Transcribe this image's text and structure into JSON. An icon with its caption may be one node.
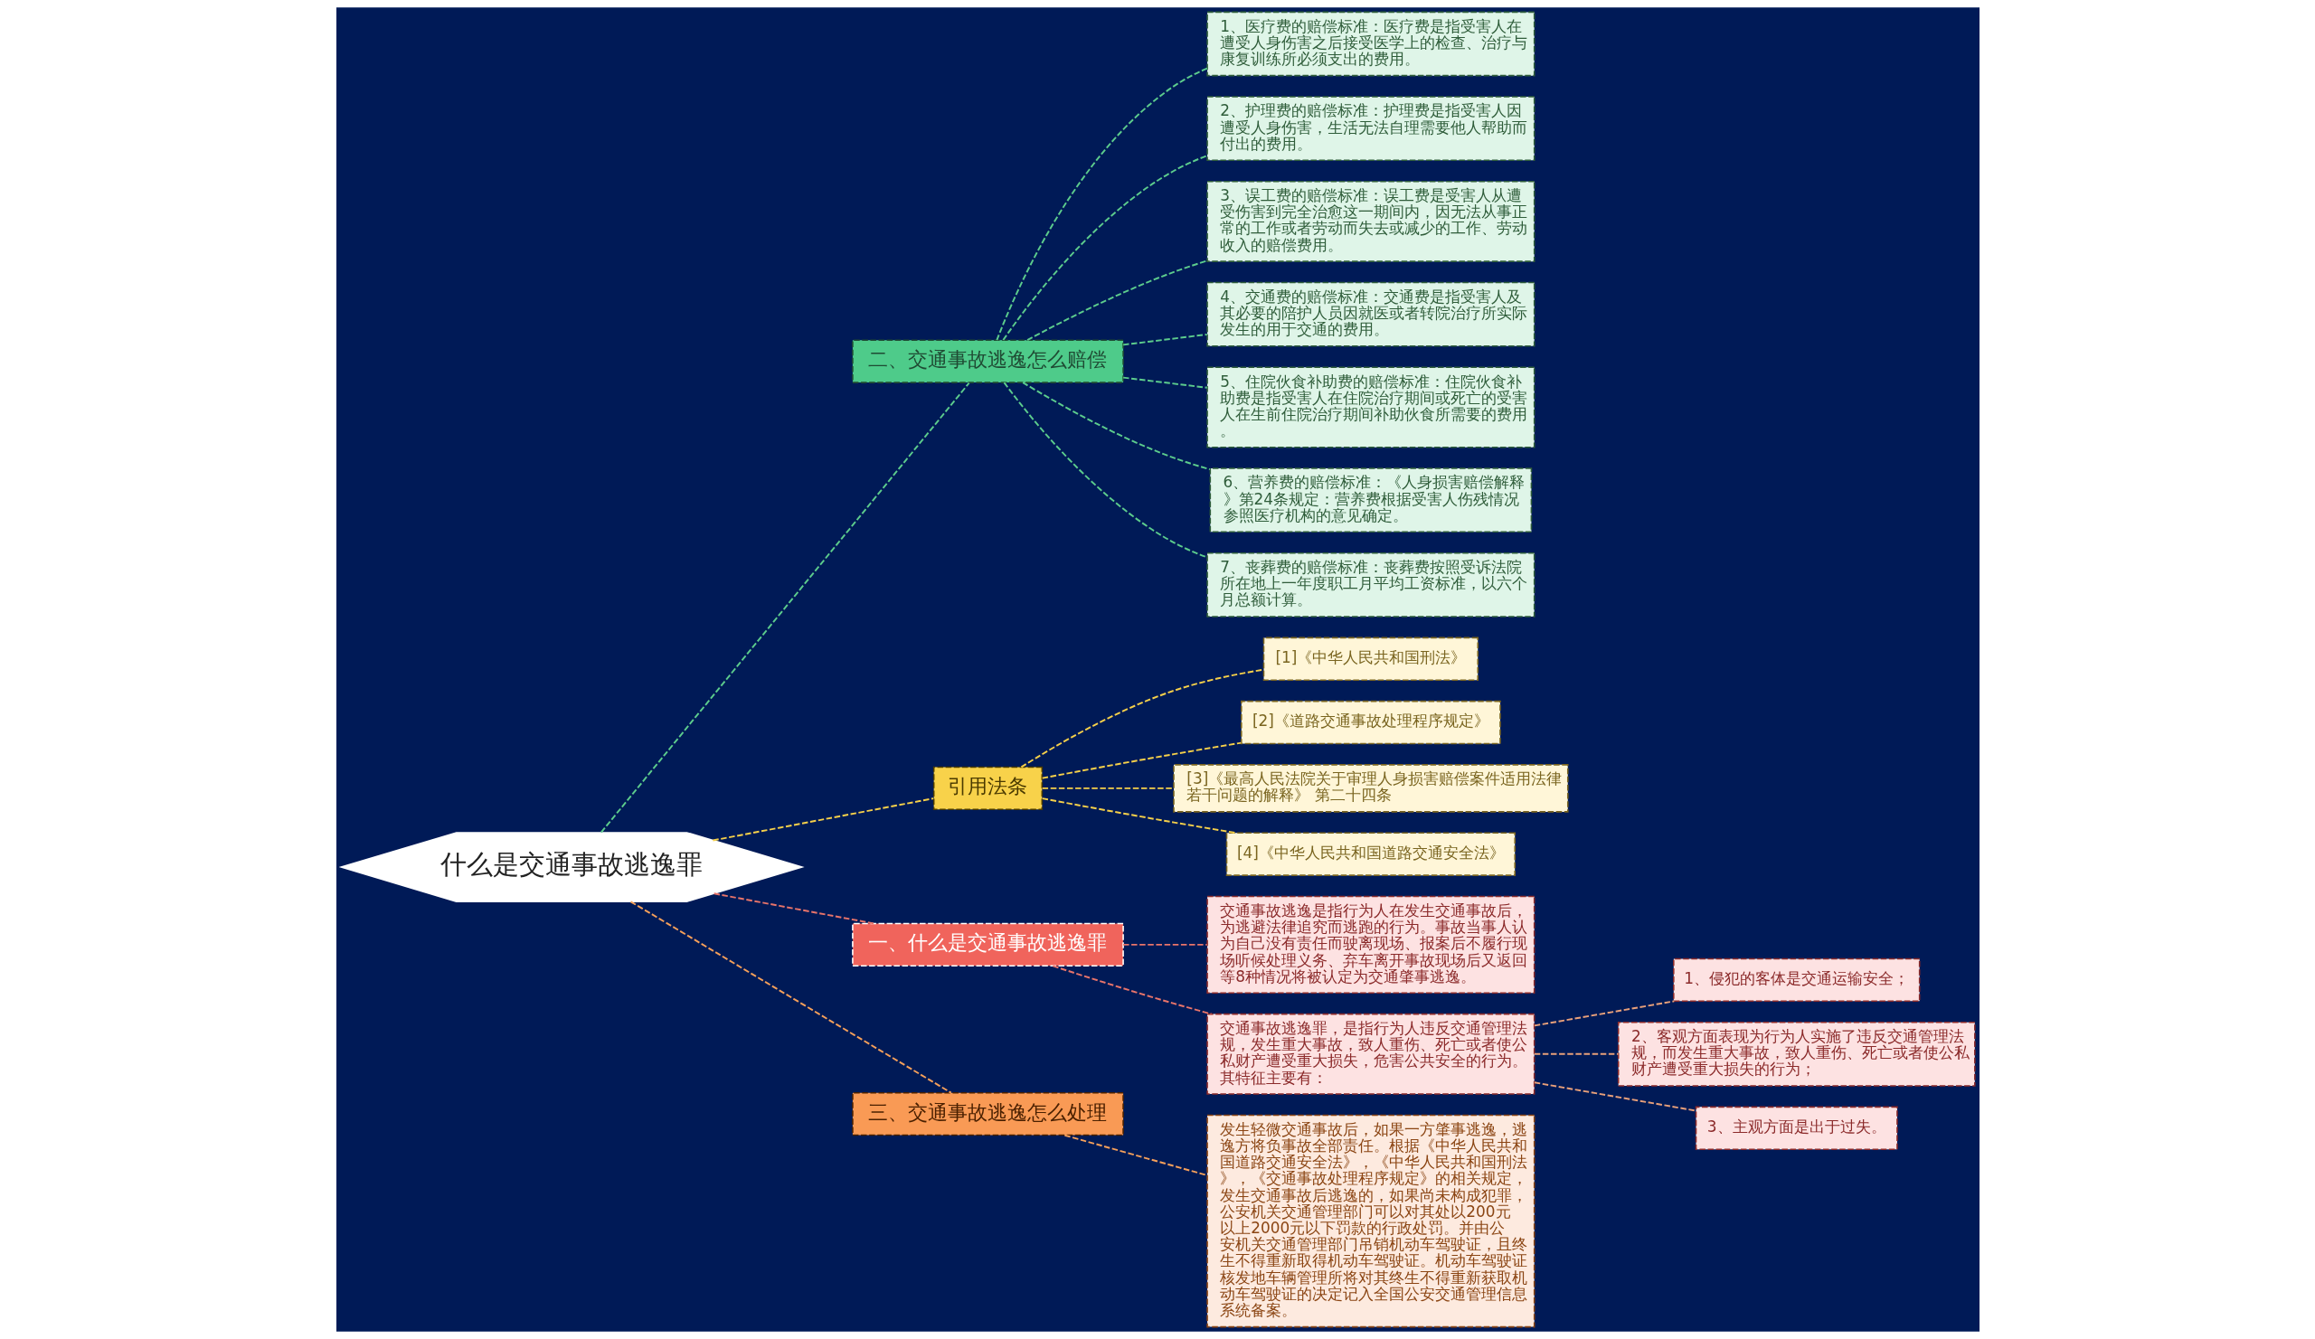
{
  "diagram": {
    "nodes": [
      {
        "text": [
          "什么是交通事故逃逸罪"
        ]
      },
      {
        "text": [
          "二、交通事故逃逸怎么赔偿"
        ]
      },
      {
        "text": [
          "1、医疗费的赔偿标准：医疗费是指受害人在遭受人身伤害之后接受医学上的检查、治疗与康复训练所必须支出的费用。"
        ]
      },
      {
        "text": [
          "2、护理费的赔偿标准：护理费是指受害人因遭受人身伤害，生活无法自理需要他人帮助而付出的费用。"
        ]
      },
      {
        "text": [
          "3、误工费的赔偿标准：误工费是受害人从遭受伤害到完全治愈这一期间内，因无法从事正常的工作或者劳动而失去或减少的工作、劳动收入的赔偿费用。"
        ]
      },
      {
        "text": [
          "4、交通费的赔偿标准：交通费是指受害人及其必要的陪护人员因就医或者转院治疗所实际发生的用于交通的费用。"
        ]
      },
      {
        "text": [
          "5、住院伙食补助费的赔偿标准：住院伙食补助费是指受害人在住院治疗期间或死亡的受害人在生前住院治疗期间补助伙食所需要的费用。"
        ]
      },
      {
        "text": [
          "6、营养费的赔偿标准：《人身损害赔偿解释》第24条规定：营养费根据受害人伤残情况参照医疗机构的意见确定。"
        ]
      },
      {
        "text": [
          "7、丧葬费的赔偿标准：丧葬费按照受诉法院所在地上一年度职工月平均工资标准，以六个月总额计算。"
        ]
      },
      {
        "text": [
          "引用法条"
        ]
      },
      {
        "text": [
          "[1]《中华人民共和国刑法》"
        ]
      },
      {
        "text": [
          "[2]《道路交通事故处理程序规定》"
        ]
      },
      {
        "text": [
          "[3]《最高人民法院关于审理人身损害赔偿案件适用法律若干问题的解释》 第二十四条"
        ]
      },
      {
        "text": [
          "[4]《中华人民共和国道路交通安全法》"
        ]
      },
      {
        "text": [
          "一、什么是交通事故逃逸罪"
        ]
      },
      {
        "text": [
          "交通事故逃逸是指行为人在发生交通事故后，为逃避法律追究而逃跑的行为。事故当事人认为自己没有责任而驶离现场、报案后不履行现场听候处理义务、弃车离开事故现场后又返回等8种情况将被认定为交通肇事逃逸。"
        ]
      },
      {
        "text": [
          "交通事故逃逸罪，是指行为人违反交通管理法规，发生重大事故，致人重伤、死亡或者使公私财产遭受重大损失，危害公共安全的行为。其特征主要有："
        ]
      },
      {
        "text": [
          "1、侵犯的客体是交通运输安全；"
        ]
      },
      {
        "text": [
          "2、客观方面表现为行为人实施了违反交通管理法规，而发生重大事故，致人重伤、死亡或者使公私财产遭受重大损失的行为；"
        ]
      },
      {
        "text": [
          "3、主观方面是出于过失。"
        ]
      },
      {
        "text": [
          "三、交通事故逃逸怎么处理"
        ]
      },
      {
        "text": [
          "发生轻微交通事故后，如果一方肇事逃逸，逃逸方将负事故全部责任。根据《中华人民共和国道路交通安全法》，《中华人民共和国刑法》，《交通事故处理程序规定》的相关规定，发生交通事故后逃逸的，如果尚未构成犯罪，公安机关交通管理部门可以对其处以200元以上2000元以下罚款的行政处罚。并由公安机关交通管理部门吊销机动车驾驶证，且终生不得重新取得机动车驾驶证。机动车驾驶证核发地车辆管理所将对其终生不得重新获取机动车驾驶证的决定记入全国公安交通管理信息系统备案。"
        ]
      }
    ],
    "edges": [
      {
        "from": 0,
        "to": 1,
        "arrow": "none",
        "style": "dashed",
        "color": "#5ccc8d"
      },
      {
        "from": 1,
        "to": 2,
        "arrow": "none",
        "style": "dashed",
        "color": "#5ccc8d"
      },
      {
        "from": 1,
        "to": 3,
        "arrow": "none",
        "style": "dashed",
        "color": "#5ccc8d"
      },
      {
        "from": 1,
        "to": 4,
        "arrow": "none",
        "style": "dashed",
        "color": "#5ccc8d"
      },
      {
        "from": 1,
        "to": 5,
        "arrow": "none",
        "style": "dashed",
        "color": "#5ccc8d"
      },
      {
        "from": 1,
        "to": 6,
        "arrow": "none",
        "style": "dashed",
        "color": "#5ccc8d"
      },
      {
        "from": 1,
        "to": 7,
        "arrow": "none",
        "style": "dashed",
        "color": "#5ccc8d"
      },
      {
        "from": 1,
        "to": 8,
        "arrow": "none",
        "style": "dashed",
        "color": "#5ccc8d"
      },
      {
        "from": 0,
        "to": 9,
        "arrow": "none",
        "style": "dashed",
        "color": "#f5d04a"
      },
      {
        "from": 9,
        "to": 10,
        "arrow": "none",
        "style": "dashed",
        "color": "#f5d04a"
      },
      {
        "from": 9,
        "to": 11,
        "arrow": "none",
        "style": "dashed",
        "color": "#f5d04a"
      },
      {
        "from": 9,
        "to": 12,
        "arrow": "none",
        "style": "dashed",
        "color": "#f5d04a"
      },
      {
        "from": 9,
        "to": 13,
        "arrow": "none",
        "style": "dashed",
        "color": "#f5d04a"
      },
      {
        "from": 0,
        "to": 14,
        "arrow": "none",
        "style": "dashed",
        "color": "#e8746a"
      },
      {
        "from": 14,
        "to": 15,
        "arrow": "none",
        "style": "dashed",
        "color": "#e8746a"
      },
      {
        "from": 14,
        "to": 16,
        "arrow": "none",
        "style": "dashed",
        "color": "#e8746a"
      },
      {
        "from": 16,
        "to": 17,
        "arrow": "none",
        "style": "dashed",
        "color": "#e8a07a"
      },
      {
        "from": 16,
        "to": 18,
        "arrow": "none",
        "style": "dashed",
        "color": "#e8a07a"
      },
      {
        "from": 16,
        "to": 19,
        "arrow": "none",
        "style": "dashed",
        "color": "#e8a07a"
      },
      {
        "from": 0,
        "to": 20,
        "arrow": "none",
        "style": "dashed",
        "color": "#f5a05a"
      },
      {
        "from": 20,
        "to": 21,
        "arrow": "none",
        "style": "dashed",
        "color": "#f5a05a"
      }
    ]
  }
}
